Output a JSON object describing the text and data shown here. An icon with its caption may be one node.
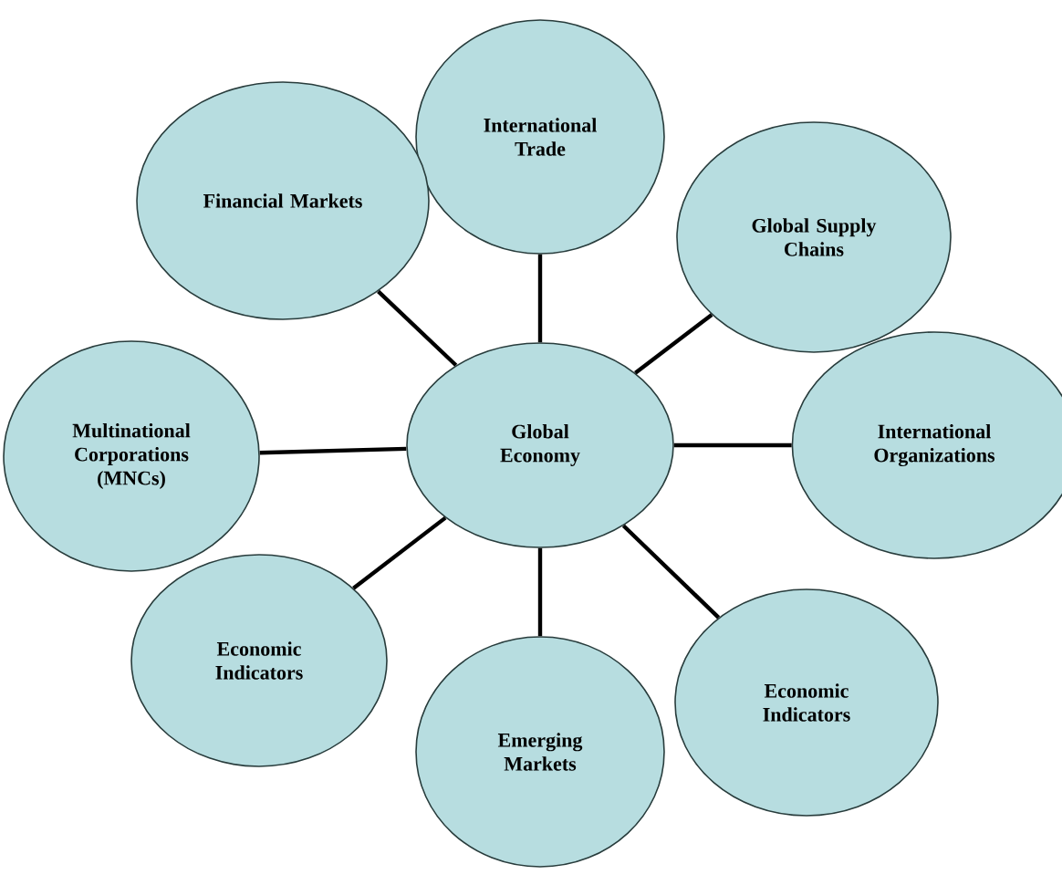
{
  "diagram": {
    "nodes": [
      {
        "text": [
          "International Trade"
        ]
      },
      {
        "text": [
          "Financial Markets"
        ]
      },
      {
        "text": [
          "Global Supply Chains"
        ]
      },
      {
        "text": [
          "Multinational Corporations (MNCs)"
        ]
      },
      {
        "text": [
          "Global Economy"
        ]
      },
      {
        "text": [
          "International Organizations"
        ]
      },
      {
        "text": [
          "Economic Indicators"
        ]
      },
      {
        "text": [
          "Economic Indicators"
        ]
      },
      {
        "text": [
          "Emerging Markets"
        ]
      }
    ],
    "edges": [
      {
        "from": 4,
        "to": 0,
        "arrow": "none"
      },
      {
        "from": 4,
        "to": 1,
        "arrow": "none"
      },
      {
        "from": 4,
        "to": 2,
        "arrow": "none"
      },
      {
        "from": 4,
        "to": 3,
        "arrow": "none"
      },
      {
        "from": 4,
        "to": 5,
        "arrow": "none"
      },
      {
        "from": 4,
        "to": 6,
        "arrow": "none"
      },
      {
        "from": 4,
        "to": 7,
        "arrow": "none"
      },
      {
        "from": 4,
        "to": 8,
        "arrow": "none"
      }
    ]
  }
}
